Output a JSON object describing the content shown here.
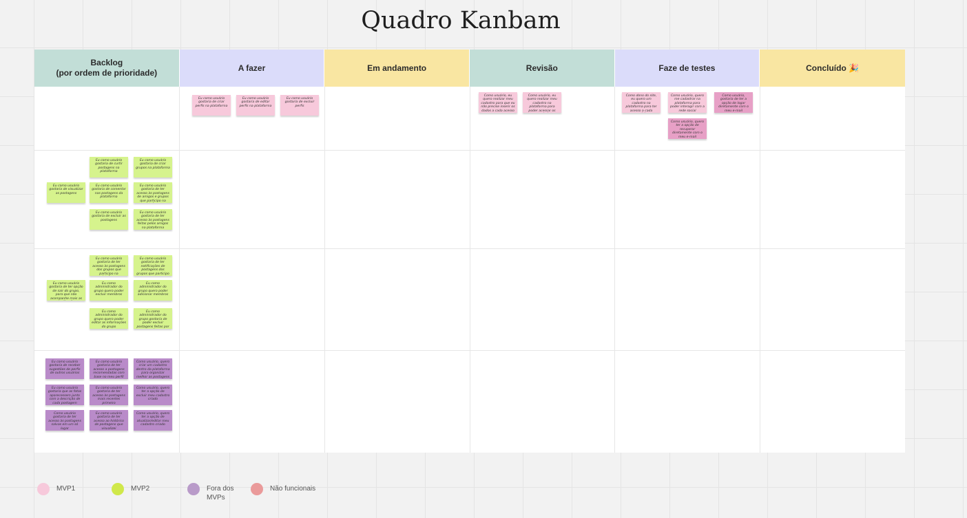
{
  "board": {
    "title": "Quadro Kanbam",
    "columns": [
      {
        "label": "Backlog\n(por ordem de prioridade)",
        "color": "#c2ded7"
      },
      {
        "label": "A fazer",
        "color": "#dbdcfa"
      },
      {
        "label": "Em andamento",
        "color": "#f9e6a2"
      },
      {
        "label": "Revisão",
        "color": "#c2ded7"
      },
      {
        "label": "Faze de testes",
        "color": "#dbdcfa"
      },
      {
        "label": "Concluído 🎉",
        "color": "#f9e6a2"
      }
    ]
  },
  "notes": {
    "afazer": [
      "Eu como usuário gostaria de criar perfis na plataforma",
      "Eu como usuário gostaria de editar perfis na plataforma",
      "Eu como usuário gostaria de excluir perfis"
    ],
    "revisao": [
      "Como usuário, eu quero realizar meu cadastro para que eu não precise inserir os dados a cada acesso",
      "Como usuário, eu quero realizar meu cadastro na plataforma para poder acessar os meus dados"
    ],
    "testes": [
      "Como dono do site, eu quero um cadastro na plataforma para ter acesso a cada usuário",
      "Como usuário, quero me cadastrar na plataforma para poder interagir com a rede social",
      "Como usuário, gostaria de ter a opção de logar diretamente com o meu e-mail",
      "Como usuário, quero ter a opção de recuperar diretamente com o meu e-mail"
    ],
    "backlog_row2": [
      "Eu como usuário gostaria de curtir postagens na plataforma",
      "Eu como usuário gostaria de criar grupos na plataforma",
      "Eu como usuário gostaria de visualizar as postagens",
      "Eu como usuário gostaria de comentar nas postagens da plataforma",
      "Eu como usuário gostaria de ter acesso às postagens de amigos e grupos que participo na plataforma",
      "Eu como usuário gostaria de excluir as postagens",
      "Eu como usuário gostaria de ter acesso às postagens feitas pelos amigos na plataforma"
    ],
    "backlog_row3": [
      "Eu como usuário gostaria de ter opção de sair do grupo, para que não acompanhe mais as atualizações",
      "Eu como usuário gostaria de ter acesso às postagens dos grupos que participo na plataforma",
      "Eu como usuário gostaria de ter notificações de postagens dos grupos que participo",
      "Eu como administrador do grupo quero poder excluir membros",
      "Eu como administrador do grupo quero poder adicionar membros",
      "Eu como administrador do grupo quero poder editar as informações do grupo",
      "Eu como administrador do grupo gostaria de poder excluir postagens feitas por membros"
    ],
    "backlog_row4": [
      "Eu como usuário gostaria de receber sugestões de perfis de outros usuários",
      "Eu como usuário gostaria de ter acesso a postagens recomendadas com base no meu perfil",
      "Como usuário, quero criar um cadastro dentro da plataforma para organizar melhor as postagens",
      "Eu como usuário gostaria que as fotos aparecessem junto com a descrição de cada postagem",
      "Eu como usuário gostaria de ter acesso às postagens mais recentes primeiro",
      "Como usuário, quero ter a opção de excluir meu cadastro criado",
      "Como usuário gostaria de ter acesso às postagens salvas em um só lugar",
      "Eu como usuário gostaria de ter acesso ao histórico de postagens que visualizei",
      "Como usuário, quero ter a opção de atualizar/editar meu cadastro criado"
    ]
  },
  "legend": [
    {
      "label": "MVP1",
      "color": "#f7c9db"
    },
    {
      "label": "MVP2",
      "color": "#d0e84a"
    },
    {
      "label": "Fora dos MVPs",
      "color": "#b99bc9"
    },
    {
      "label": "Não funcionais",
      "color": "#ea9a9a"
    }
  ]
}
